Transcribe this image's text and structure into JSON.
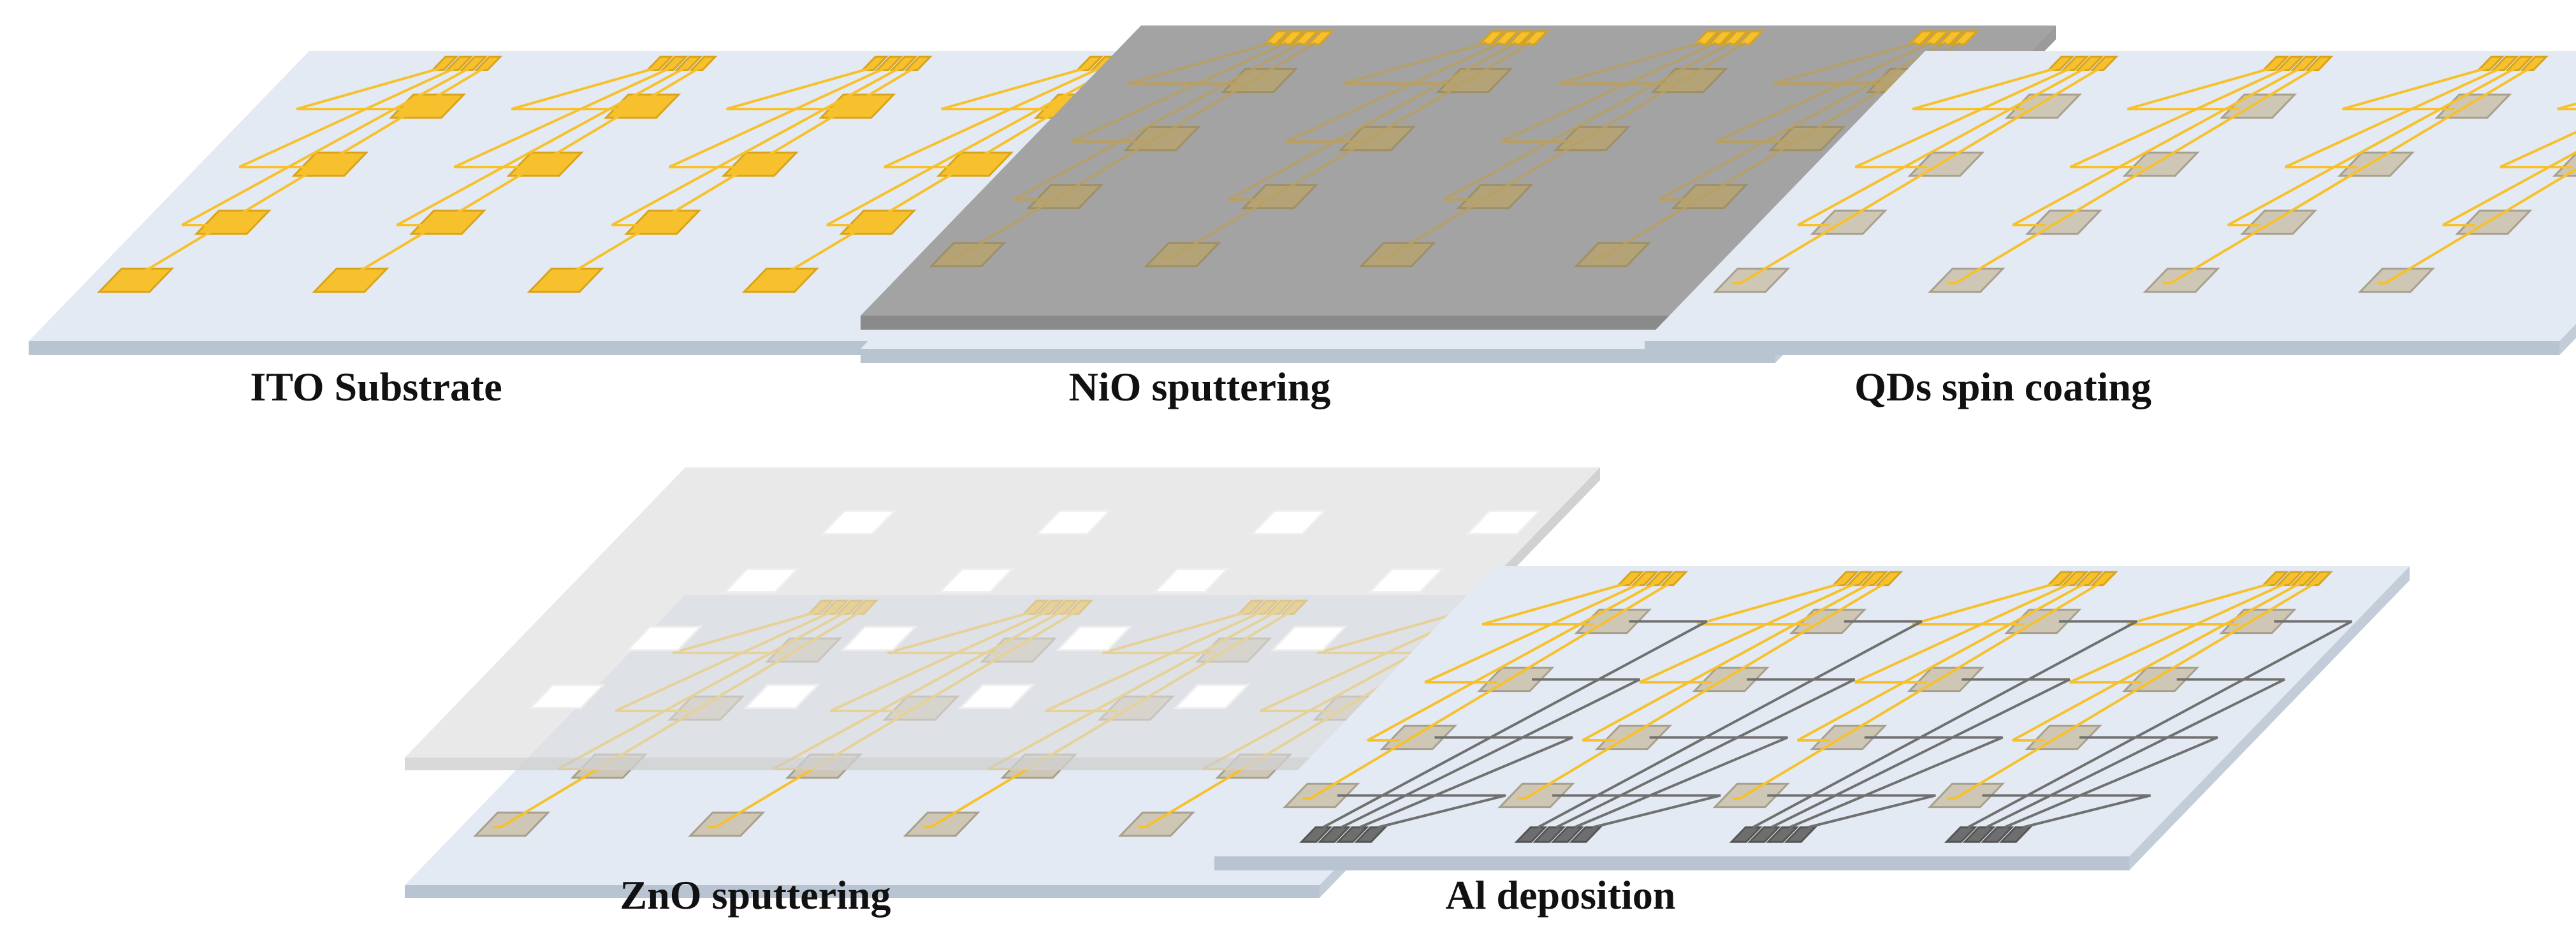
{
  "stages": [
    {
      "id": "ito",
      "label": "ITO Substrate",
      "layer": "none"
    },
    {
      "id": "nio",
      "label": "NiO sputtering",
      "layer": "nio"
    },
    {
      "id": "qds",
      "label": "QDs spin coating",
      "layer": "qds"
    },
    {
      "id": "zno",
      "label": "ZnO sputtering",
      "layer": "zno"
    },
    {
      "id": "al",
      "label": "Al deposition",
      "layer": "al"
    }
  ],
  "colors": {
    "substrate_top": "#e3eaf3",
    "substrate_edge": "#b9c4d2",
    "ito_gold": "#f6c12c",
    "ito_gold_dark": "#d9a41c",
    "nio_layer": "#a3a3a3",
    "nio_edge": "#8a8a8a",
    "qd_pad": "#cfc7b6",
    "qd_pad_edge": "#a89f8c",
    "zno_layer": "#dcdcdc",
    "al_line": "#707070",
    "al_pad": "#6e6e6e",
    "label_text": "#111111"
  },
  "devices_per_substrate": 4,
  "pixels_per_device": 4
}
